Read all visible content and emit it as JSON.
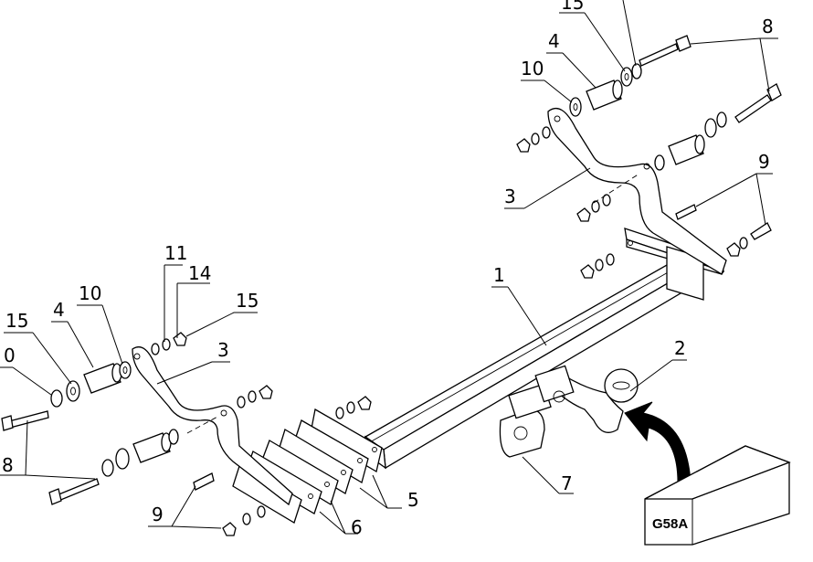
{
  "labels": {
    "l1": "1",
    "l2": "2",
    "l3a": "3",
    "l3b": "3",
    "l4a": "4",
    "l4b": "4",
    "l5": "5",
    "l6": "6",
    "l7": "7",
    "l8a": "8",
    "l8b": "8",
    "l9a": "9",
    "l9b": "9",
    "l10a": "10",
    "l10b": "10",
    "l10c": "0",
    "l11": "11",
    "l14": "14",
    "l15a": "15",
    "l15b": "15",
    "l15c": "15"
  },
  "product_box": {
    "label": "G58A"
  }
}
